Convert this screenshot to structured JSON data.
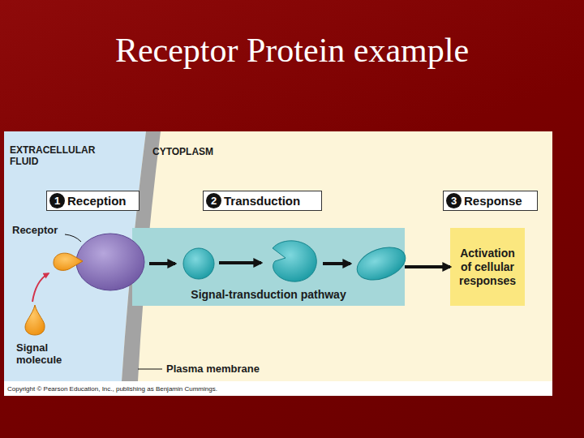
{
  "diagram": {
    "title": "Receptor Protein example",
    "nodes": [
      {
        "text": [
          "1",
          "Reception"
        ]
      },
      {
        "text": [
          "2",
          "Transduction"
        ]
      },
      {
        "text": [
          "3",
          "Response"
        ]
      },
      {
        "text": [
          "Signal-transduction pathway"
        ]
      },
      {
        "text": [
          "Activation of cellular responses"
        ]
      }
    ],
    "edges": [
      {
        "from": 3,
        "to": 4,
        "arrow": "to"
      }
    ],
    "labels": [
      "EXTRACELLULAR FLUID",
      "CYTOPLASM",
      "Receptor",
      "Signal molecule",
      "Plasma membrane",
      "Copyright © Pearson Education, Inc., publishing as Benjamin Cummings."
    ]
  }
}
